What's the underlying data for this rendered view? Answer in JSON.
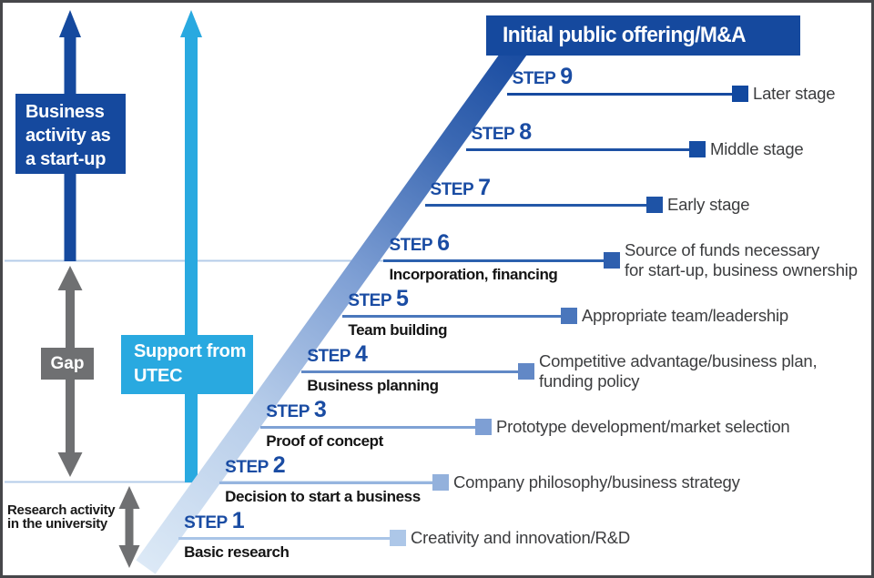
{
  "banner": {
    "label": "Initial public offering/M&A"
  },
  "business_box": {
    "lines": [
      "Business",
      "activity as",
      "a start-up"
    ]
  },
  "utec_box": {
    "lines": [
      "Support from",
      "UTEC"
    ]
  },
  "gap": {
    "label": "Gap"
  },
  "research": {
    "lines": [
      "Research activity",
      "in the university"
    ]
  },
  "steps": [
    {
      "prefix": "STEP",
      "number": "1",
      "sublabel": "Basic research",
      "description": [
        "Creativity and innovation/R&D"
      ],
      "line_color": "#a9c5e7",
      "marker_color": "#adc7e8"
    },
    {
      "prefix": "STEP",
      "number": "2",
      "sublabel": "Decision to start a business",
      "description": [
        "Company philosophy/business strategy"
      ],
      "line_color": "#96b5df",
      "marker_color": "#93b1dc"
    },
    {
      "prefix": "STEP",
      "number": "3",
      "sublabel": "Proof of concept",
      "description": [
        "Prototype development/market selection"
      ],
      "line_color": "#7fa2d4",
      "marker_color": "#7e9fd4"
    },
    {
      "prefix": "STEP",
      "number": "4",
      "sublabel": "Business planning",
      "description": [
        "Competitive advantage/business plan,",
        "funding policy"
      ],
      "line_color": "#6189c6",
      "marker_color": "#6288c6"
    },
    {
      "prefix": "STEP",
      "number": "5",
      "sublabel": "Team building",
      "description": [
        "Appropriate team/leadership"
      ],
      "line_color": "#4a77bc",
      "marker_color": "#4a76bc"
    },
    {
      "prefix": "STEP",
      "number": "6",
      "sublabel": "Incorporation, financing",
      "description": [
        "Source of funds necessary",
        "for start-up, business ownership"
      ],
      "line_color": "#2c61ae",
      "marker_color": "#2e5fae"
    },
    {
      "prefix": "STEP",
      "number": "7",
      "sublabel": "",
      "description": [
        "Early stage"
      ],
      "line_color": "#2458a8",
      "marker_color": "#1e53a6"
    },
    {
      "prefix": "STEP",
      "number": "8",
      "sublabel": "",
      "description": [
        "Middle stage"
      ],
      "line_color": "#1d51a4",
      "marker_color": "#164da3"
    },
    {
      "prefix": "STEP",
      "number": "9",
      "sublabel": "",
      "description": [
        "Later stage"
      ],
      "line_color": "#164aa0",
      "marker_color": "#11489f"
    }
  ],
  "colors": {
    "primary_blue": "#15499e",
    "cyan": "#29a9e0",
    "gray": "#6f7072",
    "step_label_blue": "#1a4ca3",
    "description_gray": "#3c3d3f",
    "baseline_blue": "#b5cce9",
    "diagonal_bottom": "#dce9f6",
    "diagonal_top": "#16499f"
  }
}
